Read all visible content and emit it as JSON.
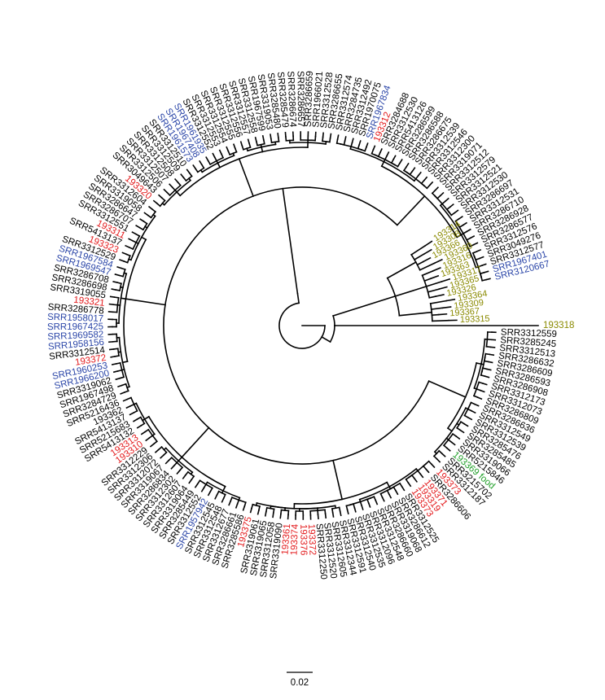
{
  "colors": {
    "default": "#000000",
    "red": "#e31a1c",
    "blue": "#2b46a8",
    "olive": "#8a8a00",
    "green": "#22a02a"
  },
  "tips": [
    {
      "label": "SRR3312559",
      "color": "default"
    },
    {
      "label": "SRR3285245",
      "color": "default"
    },
    {
      "label": "SRR3312513",
      "color": "default"
    },
    {
      "label": "SRR3286632",
      "color": "default"
    },
    {
      "label": "SRR3286609",
      "color": "default"
    },
    {
      "label": "SRR3286593",
      "color": "default"
    },
    {
      "label": "SRR3286908",
      "color": "default"
    },
    {
      "label": "SRR3312173",
      "color": "default"
    },
    {
      "label": "SRR3312073",
      "color": "default"
    },
    {
      "label": "SRR3286809",
      "color": "default"
    },
    {
      "label": "SRR3286636",
      "color": "default"
    },
    {
      "label": "SRR3312549",
      "color": "default"
    },
    {
      "label": "SRR3312539",
      "color": "default"
    },
    {
      "label": "SRR3285476",
      "color": "default"
    },
    {
      "label": "SRR3285485",
      "color": "default"
    },
    {
      "label": "SRR3319066",
      "color": "default"
    },
    {
      "label": "SRR5215846",
      "color": "default"
    },
    {
      "label": "193369_food",
      "color": "green"
    },
    {
      "label": "SRR3215702",
      "color": "default"
    },
    {
      "label": "SRR3312187",
      "color": "default"
    },
    {
      "label": "193373",
      "color": "red"
    },
    {
      "label": "SRR3286606",
      "color": "default"
    },
    {
      "label": "193371",
      "color": "red"
    },
    {
      "label": "193319",
      "color": "red"
    },
    {
      "label": "193373",
      "color": "red"
    },
    {
      "label": "SRR3312525",
      "color": "default"
    },
    {
      "label": "SRR3286612",
      "color": "default"
    },
    {
      "label": "SRR3319068",
      "color": "default"
    },
    {
      "label": "SRR3286660",
      "color": "default"
    },
    {
      "label": "SRR3312548",
      "color": "default"
    },
    {
      "label": "SRR3312096",
      "color": "default"
    },
    {
      "label": "SRR3312535",
      "color": "default"
    },
    {
      "label": "SRR3312540",
      "color": "default"
    },
    {
      "label": "SRR3312591",
      "color": "default"
    },
    {
      "label": "SRR3312344",
      "color": "default"
    },
    {
      "label": "SRR3312605",
      "color": "default"
    },
    {
      "label": "SRR3312520",
      "color": "default"
    },
    {
      "label": "SRR3312250",
      "color": "default"
    },
    {
      "label": "193372",
      "color": "red"
    },
    {
      "label": "193376",
      "color": "red"
    },
    {
      "label": "193374",
      "color": "red"
    },
    {
      "label": "193361",
      "color": "red"
    },
    {
      "label": "SRR3319090",
      "color": "default"
    },
    {
      "label": "SRR3312058",
      "color": "default"
    },
    {
      "label": "SRR3319065",
      "color": "default"
    },
    {
      "label": "SRR3319061",
      "color": "default"
    },
    {
      "label": "193375",
      "color": "red"
    },
    {
      "label": "SRR3285586",
      "color": "default"
    },
    {
      "label": "SRR3286661",
      "color": "default"
    },
    {
      "label": "SRR3312677",
      "color": "default"
    },
    {
      "label": "SRR3312548",
      "color": "default"
    },
    {
      "label": "SRR3312545",
      "color": "default"
    },
    {
      "label": "SRR1957942",
      "color": "blue"
    },
    {
      "label": "SRR3312552",
      "color": "default"
    },
    {
      "label": "SRR3285449",
      "color": "default"
    },
    {
      "label": "SRR3319064",
      "color": "default"
    },
    {
      "label": "SRR3312607",
      "color": "default"
    },
    {
      "label": "SRR3312302",
      "color": "default"
    },
    {
      "label": "SRR3286834",
      "color": "default"
    },
    {
      "label": "SRR3319067",
      "color": "default"
    },
    {
      "label": "SRR3312072",
      "color": "default"
    },
    {
      "label": "SRR3312306",
      "color": "default"
    },
    {
      "label": "SRR3312229",
      "color": "default"
    },
    {
      "label": "193310",
      "color": "red"
    },
    {
      "label": "193313",
      "color": "red"
    },
    {
      "label": "SRR5413132",
      "color": "default"
    },
    {
      "label": "SRR5215683",
      "color": "default"
    },
    {
      "label": "SRR5413137",
      "color": "default"
    },
    {
      "label": "193362",
      "color": "default"
    },
    {
      "label": "SRR5216436",
      "color": "default"
    },
    {
      "label": "SRR3284729",
      "color": "default"
    },
    {
      "label": "SRR1967498",
      "color": "default"
    },
    {
      "label": "SRR3319062",
      "color": "default"
    },
    {
      "label": "SRR1966200",
      "color": "blue"
    },
    {
      "label": "SRR1960253",
      "color": "blue"
    },
    {
      "label": "193372",
      "color": "red"
    },
    {
      "label": "SRR3312514",
      "color": "default"
    },
    {
      "label": "SRR1958156",
      "color": "blue"
    },
    {
      "label": "SRR1969582",
      "color": "blue"
    },
    {
      "label": "SRR1967425",
      "color": "blue"
    },
    {
      "label": "SRR1958017",
      "color": "blue"
    },
    {
      "label": "SRR3286778",
      "color": "default"
    },
    {
      "label": "193321",
      "color": "red"
    },
    {
      "label": "SRR3319055",
      "color": "default"
    },
    {
      "label": "SRR3286698",
      "color": "default"
    },
    {
      "label": "SRR3286708",
      "color": "default"
    },
    {
      "label": "SRR1969547",
      "color": "blue"
    },
    {
      "label": "SRR1967584",
      "color": "blue"
    },
    {
      "label": "SRR3312529",
      "color": "default"
    },
    {
      "label": "193323",
      "color": "red"
    },
    {
      "label": "SRR5413137",
      "color": "default"
    },
    {
      "label": "193311",
      "color": "red"
    },
    {
      "label": "SRR3312551",
      "color": "default"
    },
    {
      "label": "SRR3286707",
      "color": "default"
    },
    {
      "label": "SRR3286647",
      "color": "default"
    },
    {
      "label": "SRR3319058",
      "color": "default"
    },
    {
      "label": "SRR3312604",
      "color": "default"
    },
    {
      "label": "193320",
      "color": "red"
    },
    {
      "label": "SRR3049643",
      "color": "default"
    },
    {
      "label": "SRR3312506",
      "color": "default"
    },
    {
      "label": "SRR3312507",
      "color": "default"
    },
    {
      "label": "SRR3312508",
      "color": "default"
    },
    {
      "label": "SRR3312509",
      "color": "default"
    },
    {
      "label": "SRR3312510",
      "color": "default"
    },
    {
      "label": "SRR1961573",
      "color": "blue"
    },
    {
      "label": "SRR1967408",
      "color": "blue"
    },
    {
      "label": "SRR1961935",
      "color": "blue"
    },
    {
      "label": "SRR3312552",
      "color": "default"
    },
    {
      "label": "SRR3312553",
      "color": "default"
    },
    {
      "label": "SRR3312554",
      "color": "default"
    },
    {
      "label": "SRR3312555",
      "color": "default"
    },
    {
      "label": "SRR3312556",
      "color": "default"
    },
    {
      "label": "SRR3312557",
      "color": "default"
    },
    {
      "label": "SRR3312558",
      "color": "default"
    },
    {
      "label": "SRR1967599",
      "color": "default"
    },
    {
      "label": "SRR3319053",
      "color": "default"
    },
    {
      "label": "SRR3285480",
      "color": "default"
    },
    {
      "label": "SRR3285479",
      "color": "default"
    },
    {
      "label": "SRR3286674",
      "color": "default"
    },
    {
      "label": "SRR3286657",
      "color": "default"
    },
    {
      "label": "SRR3286659",
      "color": "default"
    },
    {
      "label": "SRR1966021",
      "color": "default"
    },
    {
      "label": "SRR3312528",
      "color": "default"
    },
    {
      "label": "SRR3286655",
      "color": "default"
    },
    {
      "label": "SRR3312574",
      "color": "default"
    },
    {
      "label": "SRR3284735",
      "color": "default"
    },
    {
      "label": "SRR3312492",
      "color": "default"
    },
    {
      "label": "SRR1970075",
      "color": "default"
    },
    {
      "label": "SRR1967834",
      "color": "blue"
    },
    {
      "label": "193312",
      "color": "red"
    },
    {
      "label": "SRR3284688",
      "color": "default"
    },
    {
      "label": "SRR3312530",
      "color": "default"
    },
    {
      "label": "SRR5413126",
      "color": "default"
    },
    {
      "label": "SRR3286599",
      "color": "default"
    },
    {
      "label": "SRR3286588",
      "color": "default"
    },
    {
      "label": "SRR3286675",
      "color": "default"
    },
    {
      "label": "SRR3312539",
      "color": "default"
    },
    {
      "label": "SRR3312546",
      "color": "default"
    },
    {
      "label": "SRR3312300",
      "color": "default"
    },
    {
      "label": "SRR3319071",
      "color": "default"
    },
    {
      "label": "SRR3312512",
      "color": "default"
    },
    {
      "label": "SRR3312579",
      "color": "default"
    },
    {
      "label": "SRR3312521",
      "color": "default"
    },
    {
      "label": "SRR3312530",
      "color": "default"
    },
    {
      "label": "SRR3286697",
      "color": "default"
    },
    {
      "label": "SRR3312531",
      "color": "default"
    },
    {
      "label": "SRR3286710",
      "color": "default"
    },
    {
      "label": "SRR3286928",
      "color": "default"
    },
    {
      "label": "SRR3286577",
      "color": "default"
    },
    {
      "label": "SRR3312576",
      "color": "default"
    },
    {
      "label": "SRR3049276",
      "color": "default"
    },
    {
      "label": "SRR3312577",
      "color": "default"
    },
    {
      "label": "SRR1967401",
      "color": "blue"
    },
    {
      "label": "SRR3120667",
      "color": "blue"
    }
  ],
  "tips_b": [
    {
      "label": "193314",
      "color": "olive"
    },
    {
      "label": "193308",
      "color": "olive"
    },
    {
      "label": "193366",
      "color": "olive"
    },
    {
      "label": "193360",
      "color": "olive"
    },
    {
      "label": "193316",
      "color": "olive"
    },
    {
      "label": "193363",
      "color": "olive"
    },
    {
      "label": "193317",
      "color": "olive"
    },
    {
      "label": "193365",
      "color": "olive"
    },
    {
      "label": "193326",
      "color": "olive"
    },
    {
      "label": "193364",
      "color": "olive"
    },
    {
      "label": "193309",
      "color": "olive"
    },
    {
      "label": "193367",
      "color": "olive"
    },
    {
      "label": "193315",
      "color": "olive"
    }
  ],
  "outlier": {
    "label": "193318",
    "color": "olive"
  },
  "scale_bar": {
    "label": "0.02"
  }
}
